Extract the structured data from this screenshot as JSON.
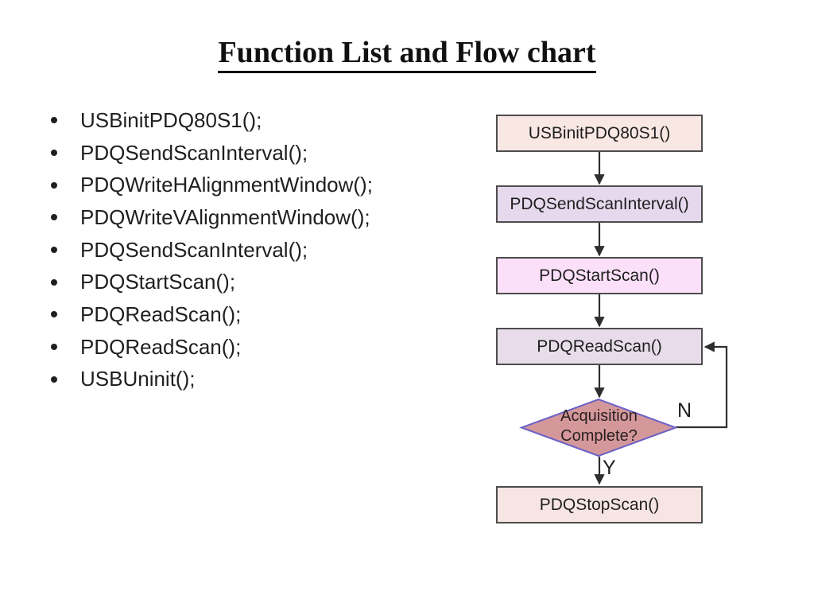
{
  "slide": {
    "background": "#ffffff",
    "title": "Function List and Flow chart"
  },
  "function_list": {
    "items": [
      "USBinitPDQ80S1();",
      "PDQSendScanInterval();",
      "PDQWriteHAlignmentWindow();",
      "PDQWriteVAlignmentWindow();",
      "PDQSendScanInterval();",
      "PDQStartScan();",
      "PDQReadScan();",
      "PDQReadScan();",
      "USBUninit();"
    ]
  },
  "flowchart": {
    "nodes": [
      {
        "id": "init",
        "shape": "rect",
        "label": "USBinitPDQ80S1()",
        "fill": "#f8e7e3"
      },
      {
        "id": "send",
        "shape": "rect",
        "label": "PDQSendScanInterval()",
        "fill": "#e6d9ed"
      },
      {
        "id": "start",
        "shape": "rect",
        "label": "PDQStartScan()",
        "fill": "#fce0fa"
      },
      {
        "id": "read",
        "shape": "rect",
        "label": "PDQReadScan()",
        "fill": "#e8dcea"
      },
      {
        "id": "decision",
        "shape": "diamond",
        "label": "Acquisition Complete?",
        "fill": "#d4989b",
        "border": "#6c61c6"
      },
      {
        "id": "stop",
        "shape": "rect",
        "label": "PDQStopScan()",
        "fill": "#f6e5e2"
      }
    ],
    "edge_labels": {
      "no": "N",
      "yes": "Y"
    },
    "rect_border_color": "#4d4d4d",
    "arrow_color": "#2e2e2e"
  }
}
